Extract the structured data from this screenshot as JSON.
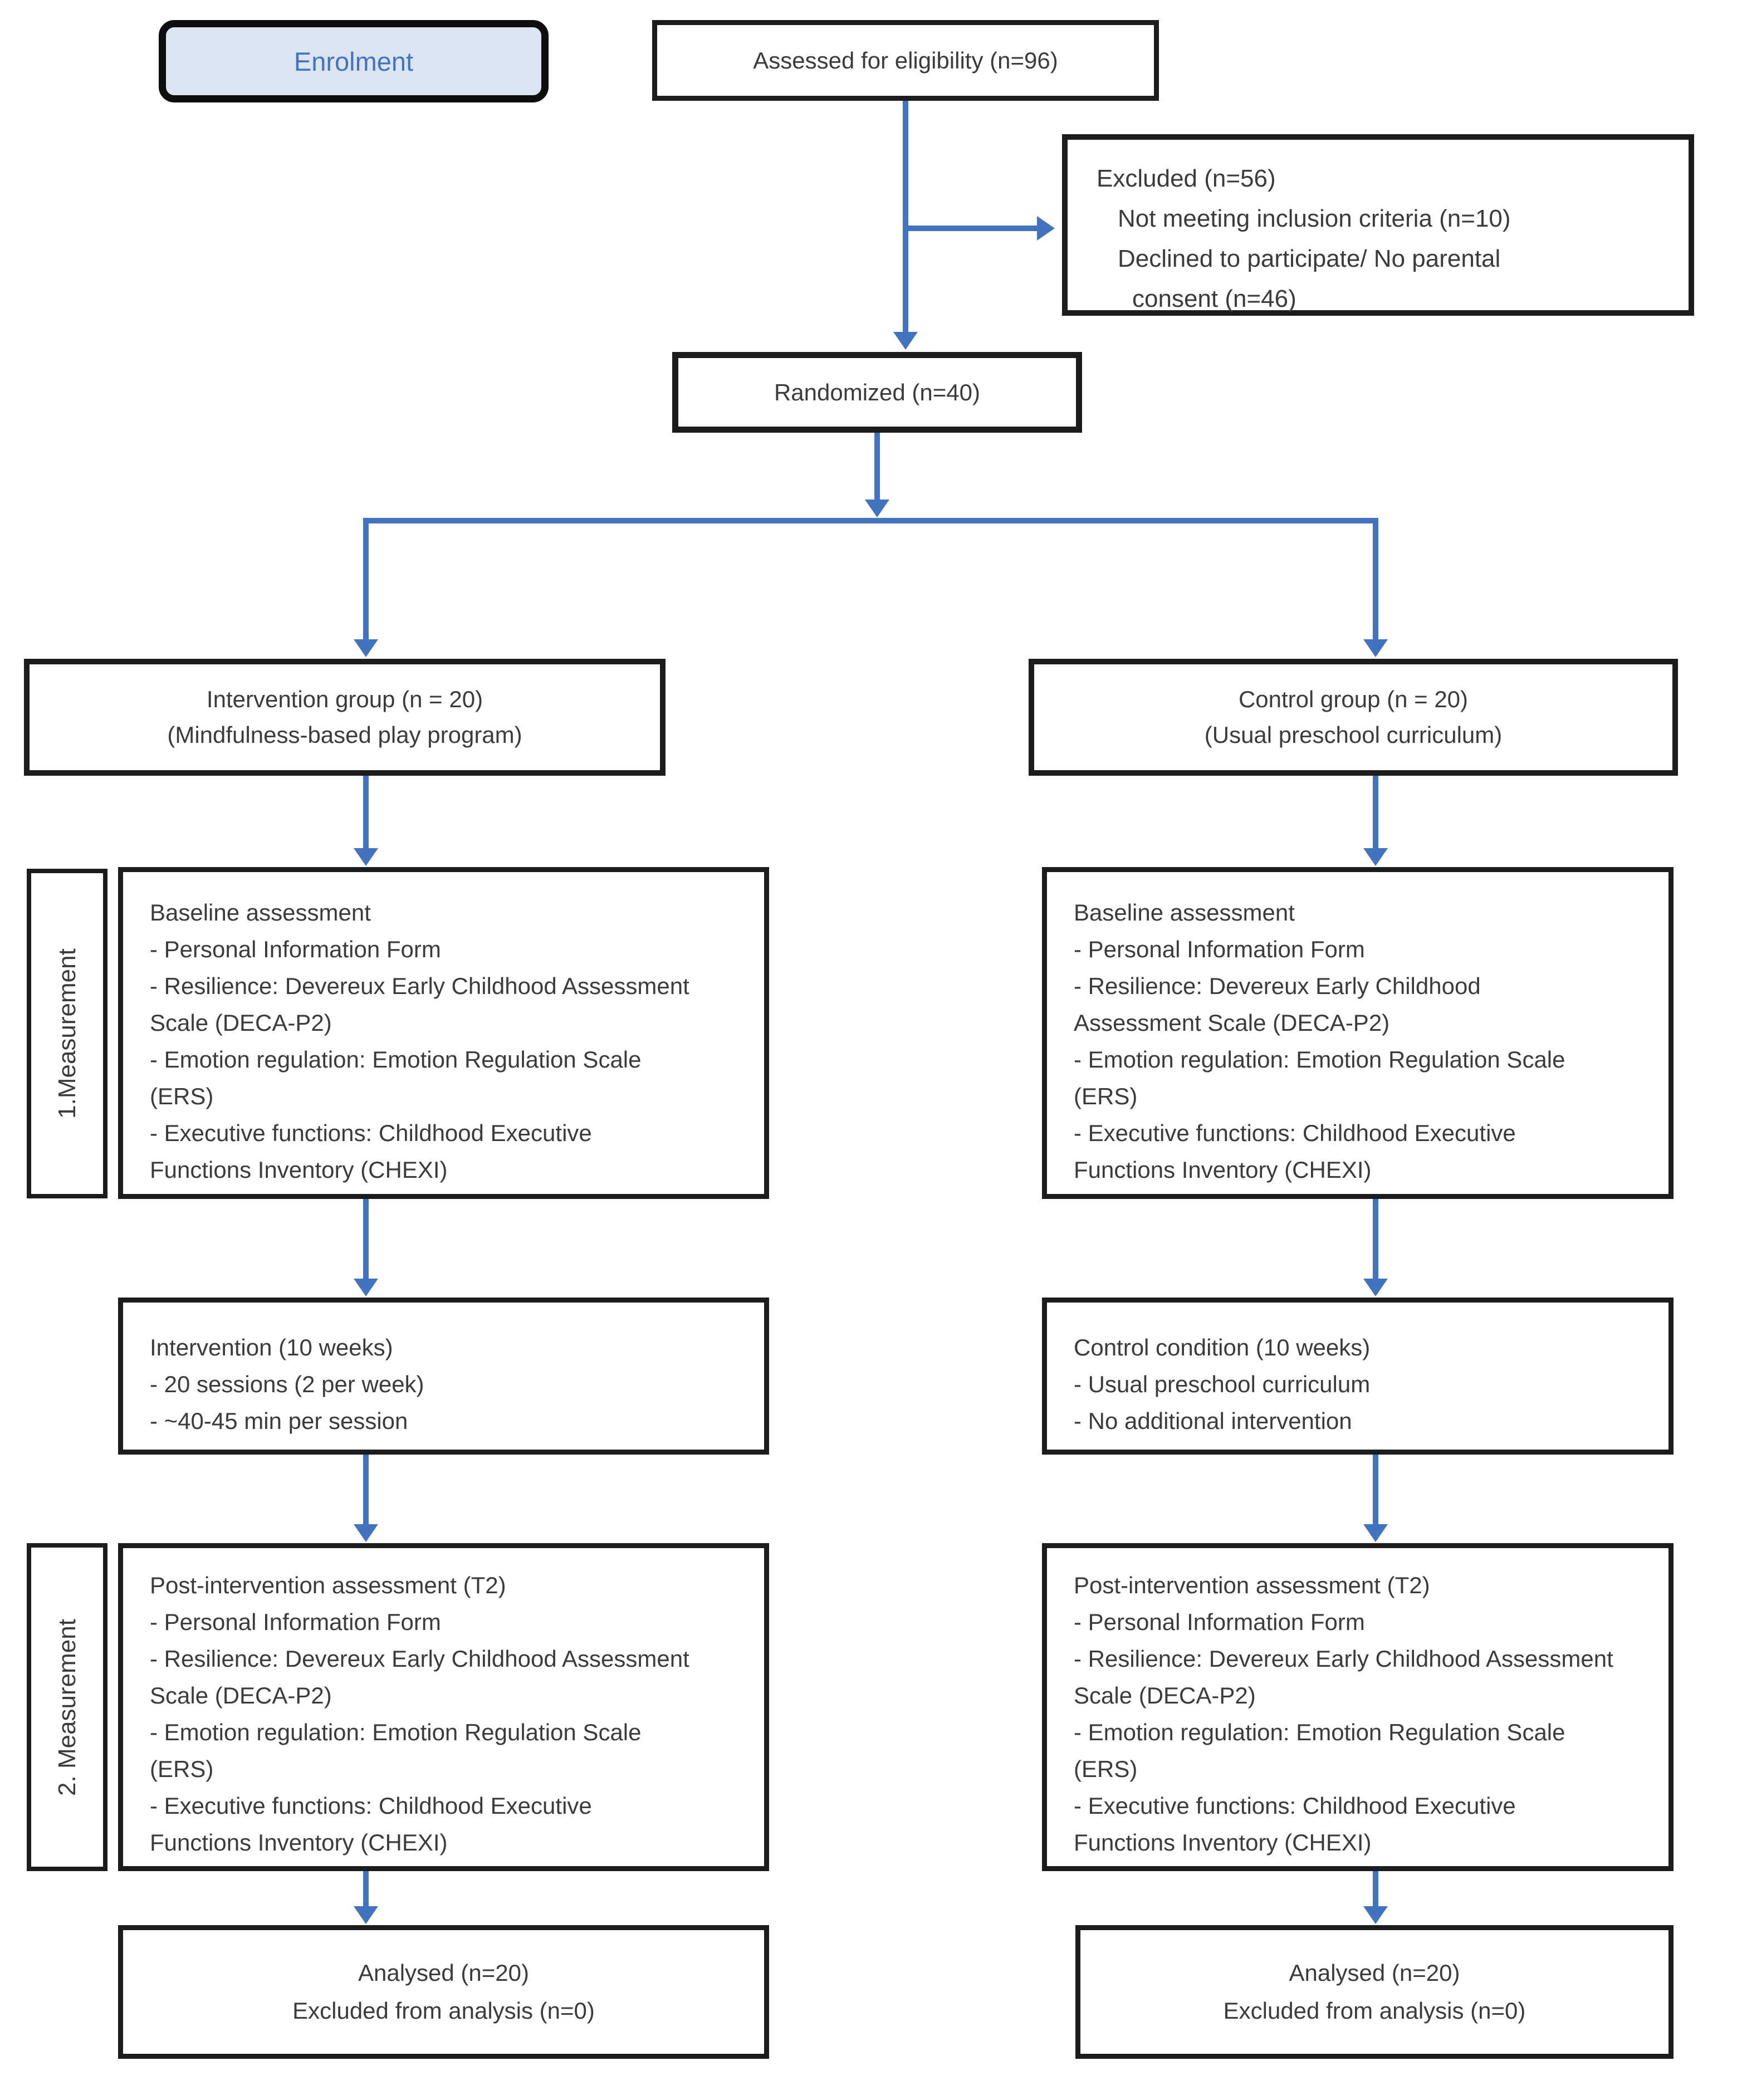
{
  "colors": {
    "arrow": "#4173be",
    "enrolment_fill": "#dbe5f2",
    "enrolment_text": "#4472c4",
    "border": "#1c1c1c",
    "text": "#3b3b3b"
  },
  "enrolment": {
    "label": "Enrolment"
  },
  "assessed": {
    "text": "Assessed for eligibility (n=96)"
  },
  "excluded": {
    "lines": [
      "Excluded (n=56)",
      "Not meeting inclusion criteria (n=10)",
      "Declined to participate/ No parental",
      "consent (n=46)"
    ]
  },
  "randomized": {
    "text": "Randomized (n=40)"
  },
  "groups": {
    "intervention": {
      "lines": [
        "Intervention group (n = 20)",
        "(Mindfulness-based play program)"
      ]
    },
    "control": {
      "lines": [
        "Control group (n = 20)",
        "(Usual preschool curriculum)"
      ]
    }
  },
  "measurement1": {
    "label": "1.Measurement"
  },
  "measurement2": {
    "label": "2. Measurement"
  },
  "baseline_left": {
    "lines": [
      "Baseline assessment",
      "- Personal Information Form",
      "- Resilience: Devereux Early Childhood Assessment",
      "Scale (DECA-P2)",
      "- Emotion regulation: Emotion Regulation Scale",
      "(ERS)",
      "- Executive functions: Childhood Executive",
      "Functions Inventory (CHEXI)"
    ]
  },
  "baseline_right": {
    "lines": [
      "Baseline assessment",
      "- Personal Information Form",
      "- Resilience: Devereux Early Childhood",
      "Assessment Scale (DECA-P2)",
      "- Emotion regulation: Emotion Regulation Scale",
      "(ERS)",
      "- Executive functions: Childhood Executive",
      "Functions Inventory (CHEXI)"
    ]
  },
  "weeks_left": {
    "lines": [
      "Intervention (10 weeks)",
      "- 20 sessions (2 per week)",
      "- ~40-45 min per session"
    ]
  },
  "weeks_right": {
    "lines": [
      "Control condition (10 weeks)",
      "- Usual preschool curriculum",
      "- No additional intervention"
    ]
  },
  "post_left": {
    "lines": [
      "Post-intervention assessment (T2)",
      "- Personal Information Form",
      "- Resilience: Devereux Early Childhood Assessment",
      "Scale (DECA-P2)",
      "- Emotion regulation: Emotion Regulation Scale",
      "(ERS)",
      "- Executive functions: Childhood Executive",
      "Functions Inventory (CHEXI)"
    ]
  },
  "post_right": {
    "lines": [
      "Post-intervention assessment (T2)",
      "- Personal Information Form",
      "- Resilience: Devereux Early Childhood Assessment",
      "Scale (DECA-P2)",
      "- Emotion regulation: Emotion Regulation Scale",
      "(ERS)",
      "- Executive functions: Childhood Executive",
      "Functions Inventory (CHEXI)"
    ]
  },
  "analysed_left": {
    "lines": [
      "Analysed (n=20)",
      "Excluded from analysis (n=0)"
    ]
  },
  "analysed_right": {
    "lines": [
      "Analysed (n=20)",
      "Excluded from analysis (n=0)"
    ]
  }
}
